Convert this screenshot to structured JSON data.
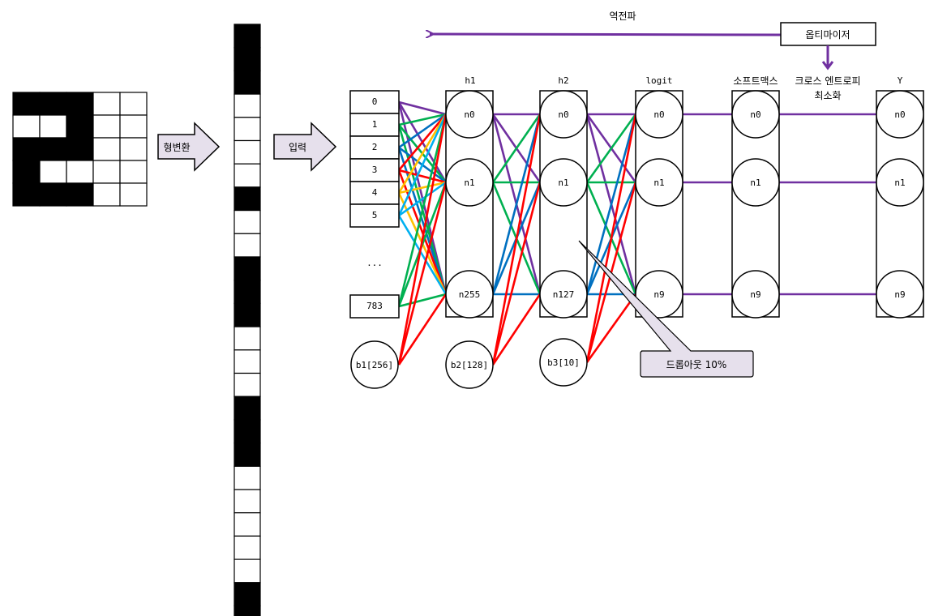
{
  "pixel_grid": {
    "rows": [
      [
        1,
        1,
        1,
        0,
        0
      ],
      [
        0,
        0,
        1,
        0,
        0
      ],
      [
        1,
        1,
        1,
        0,
        0
      ],
      [
        1,
        0,
        0,
        0,
        0
      ],
      [
        1,
        1,
        1,
        0,
        0
      ]
    ]
  },
  "reshape_label": "형변환",
  "input_label": "입력",
  "vector_cells": [
    1,
    1,
    1,
    0,
    0,
    0,
    0,
    1,
    0,
    0,
    1,
    1,
    1,
    0,
    0,
    0,
    1,
    1,
    1,
    0,
    0,
    0,
    0,
    0,
    1,
    1
  ],
  "input_nodes": [
    "0",
    "1",
    "2",
    "3",
    "4",
    "5",
    "...",
    "783"
  ],
  "bias1": "b1[256]",
  "bias2": "b2[128]",
  "bias3": "b3[10]",
  "layers": {
    "h1": {
      "title": "h1",
      "nodes": [
        "n0",
        "n1",
        "n255"
      ]
    },
    "h2": {
      "title": "h2",
      "nodes": [
        "n0",
        "n1",
        "n127"
      ]
    },
    "logit": {
      "title": "logit",
      "nodes": [
        "n0",
        "n1",
        "n9"
      ]
    },
    "softmax": {
      "title": "소프트맥스",
      "nodes": [
        "n0",
        "n1",
        "n9"
      ]
    },
    "y": {
      "title": "Y",
      "nodes": [
        "n0",
        "n1",
        "n9"
      ]
    }
  },
  "cross_entropy_label_1": "크로스 엔트로피",
  "cross_entropy_label_2": "최소화",
  "backprop_label": "역전파",
  "optimizer_label": "옵티마이저",
  "dropout_label": "드롭아웃 10%",
  "colors": {
    "purple": "#7030a0",
    "green": "#00b050",
    "blue": "#0070c0",
    "red": "#ff0000",
    "cyan": "#00b0f0",
    "orange": "#ffc000",
    "arrow_fill": "#e6e0ec",
    "callout_fill": "#e6e0ec"
  }
}
